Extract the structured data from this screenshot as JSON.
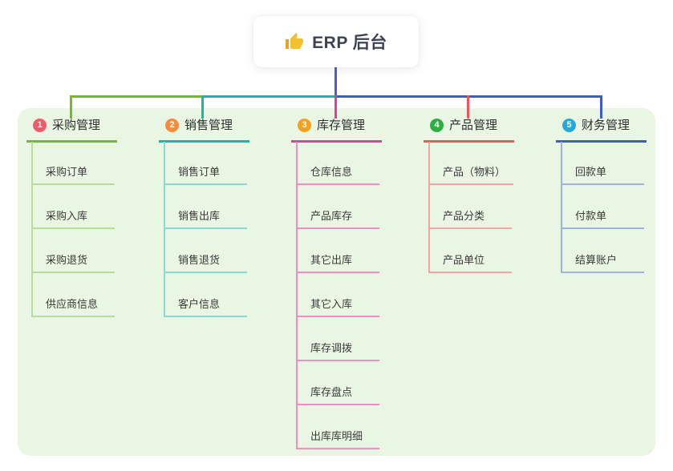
{
  "title": {
    "text": "ERP 后台",
    "icon": "thumbs-up-icon",
    "icon_color": "#f5c02e"
  },
  "colors": {
    "panel_bg": "#e9f6e3",
    "stem_blue": "#4c5bd4",
    "card_bg": "#ffffff",
    "title_text": "#3d4451",
    "item_text": "#3a3a3a"
  },
  "branches": [
    {
      "badge": "1",
      "label": "采购管理",
      "badge_color": "#f25b6c",
      "accent_color": "#76b82f",
      "light_color": "#b9dc99",
      "items": [
        "采购订单",
        "采购入库",
        "采购退货",
        "供应商信息"
      ]
    },
    {
      "badge": "2",
      "label": "销售管理",
      "badge_color": "#fb8b3b",
      "accent_color": "#14b8ab",
      "light_color": "#88d9d1",
      "items": [
        "销售订单",
        "销售出库",
        "销售退货",
        "客户信息"
      ]
    },
    {
      "badge": "3",
      "label": "库存管理",
      "badge_color": "#f7a01d",
      "accent_color": "#e23e96",
      "light_color": "#ef8ec5",
      "items": [
        "仓库信息",
        "产品库存",
        "其它出库",
        "其它入库",
        "库存调拨",
        "库存盘点",
        "出库库明细"
      ]
    },
    {
      "badge": "4",
      "label": "产品管理",
      "badge_color": "#2fae44",
      "accent_color": "#f0545c",
      "light_color": "#f8a3a6",
      "items": [
        "产品（物料）",
        "产品分类",
        "产品单位"
      ]
    },
    {
      "badge": "5",
      "label": "财务管理",
      "badge_color": "#27a9d8",
      "accent_color": "#3a5dcb",
      "light_color": "#9fb1e3",
      "items": [
        "回款单",
        "付款单",
        "结算账户"
      ]
    }
  ]
}
